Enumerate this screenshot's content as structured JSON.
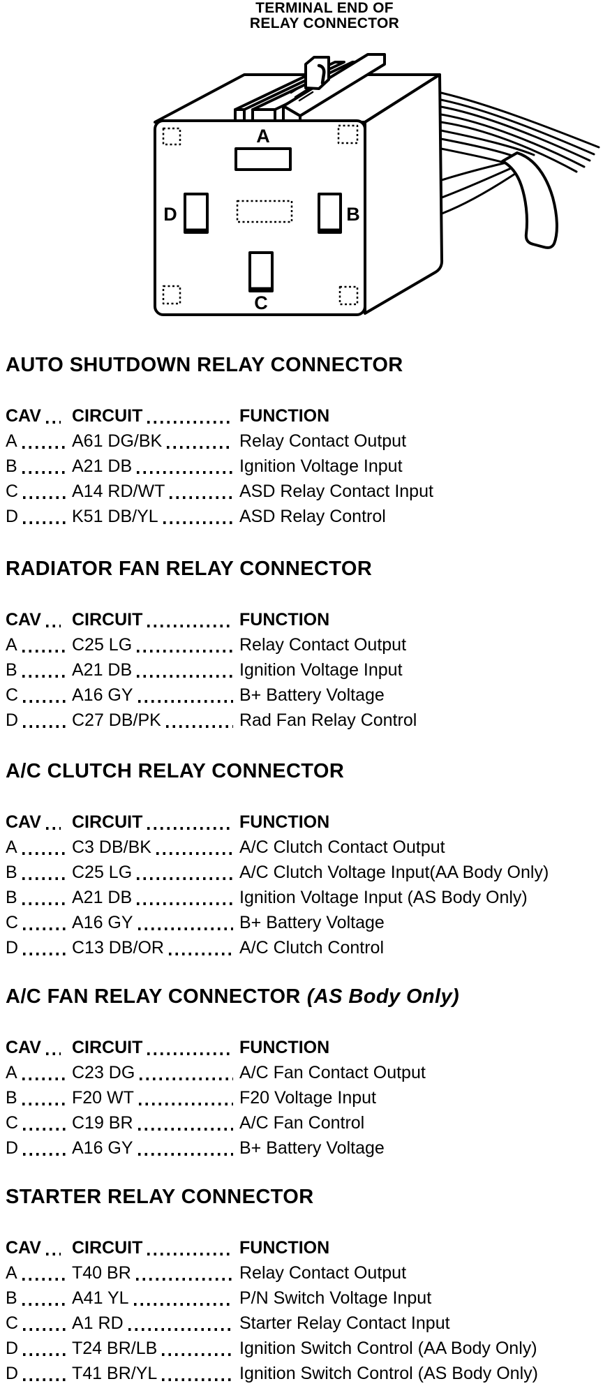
{
  "caption": {
    "line1": "TERMINAL END OF",
    "line2": "RELAY CONNECTOR"
  },
  "diagram": {
    "cavities": [
      "A",
      "B",
      "C",
      "D"
    ]
  },
  "columns": {
    "cav": "CAV",
    "circuit": "CIRCUIT",
    "function": "FUNCTION"
  },
  "sections": [
    {
      "heading": "AUTO SHUTDOWN RELAY CONNECTOR",
      "heading_suffix": "",
      "rows": [
        {
          "cav": "A",
          "circuit": "A61 DG/BK",
          "function": "Relay Contact Output"
        },
        {
          "cav": "B",
          "circuit": "A21 DB",
          "function": "Ignition Voltage Input"
        },
        {
          "cav": "C",
          "circuit": "A14 RD/WT",
          "function": "ASD Relay Contact Input"
        },
        {
          "cav": "D",
          "circuit": "K51 DB/YL",
          "function": "ASD Relay Control"
        }
      ]
    },
    {
      "heading": "RADIATOR FAN RELAY CONNECTOR",
      "heading_suffix": "",
      "rows": [
        {
          "cav": "A",
          "circuit": "C25 LG",
          "function": "Relay Contact Output"
        },
        {
          "cav": "B",
          "circuit": "A21 DB",
          "function": "Ignition Voltage Input"
        },
        {
          "cav": "C",
          "circuit": "A16 GY",
          "function": "B+ Battery Voltage"
        },
        {
          "cav": "D",
          "circuit": "C27 DB/PK",
          "function": "Rad Fan Relay Control"
        }
      ]
    },
    {
      "heading": "A/C CLUTCH RELAY CONNECTOR",
      "heading_suffix": "",
      "rows": [
        {
          "cav": "A",
          "circuit": "C3 DB/BK",
          "function": "A/C Clutch Contact Output"
        },
        {
          "cav": "B",
          "circuit": "C25 LG",
          "function": "A/C Clutch Voltage Input(AA Body Only)"
        },
        {
          "cav": "B",
          "circuit": "A21 DB",
          "function": "Ignition Voltage Input (AS Body Only)"
        },
        {
          "cav": "C",
          "circuit": "A16 GY",
          "function": "B+ Battery Voltage"
        },
        {
          "cav": "D",
          "circuit": "C13 DB/OR",
          "function": "A/C Clutch Control"
        }
      ]
    },
    {
      "heading": "A/C FAN RELAY CONNECTOR",
      "heading_suffix": "(AS Body Only)",
      "rows": [
        {
          "cav": "A",
          "circuit": "C23 DG",
          "function": "A/C Fan Contact Output"
        },
        {
          "cav": "B",
          "circuit": "F20 WT",
          "function": "F20 Voltage Input"
        },
        {
          "cav": "C",
          "circuit": "C19 BR",
          "function": "A/C Fan Control"
        },
        {
          "cav": "D",
          "circuit": "A16 GY",
          "function": "B+ Battery Voltage"
        }
      ]
    },
    {
      "heading": "STARTER RELAY CONNECTOR",
      "heading_suffix": "",
      "rows": [
        {
          "cav": "A",
          "circuit": "T40 BR",
          "function": "Relay Contact Output"
        },
        {
          "cav": "B",
          "circuit": "A41 YL",
          "function": "P/N Switch Voltage Input"
        },
        {
          "cav": "C",
          "circuit": "A1 RD",
          "function": "Starter Relay Contact Input"
        },
        {
          "cav": "D",
          "circuit": "T24 BR/LB",
          "function": "Ignition Switch Control (AA Body Only)"
        },
        {
          "cav": "D",
          "circuit": "T41 BR/YL",
          "function": "Ignition Switch Control (AS Body Only)"
        }
      ]
    }
  ]
}
